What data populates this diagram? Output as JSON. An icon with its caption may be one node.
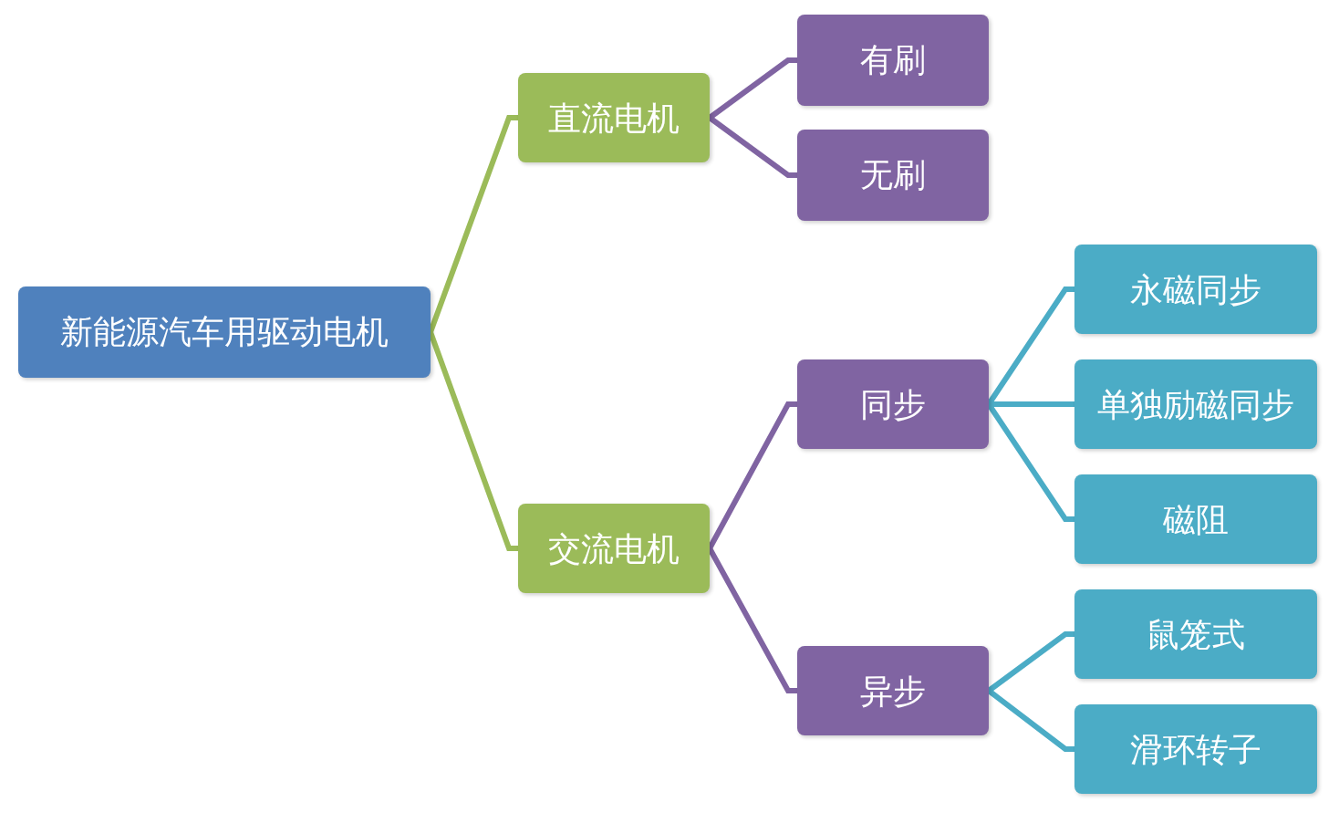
{
  "diagram": {
    "nodes": [
      {
        "text": [
          "新能源汽车用驱动电机"
        ]
      },
      {
        "text": [
          "直流电机"
        ]
      },
      {
        "text": [
          "有刷"
        ]
      },
      {
        "text": [
          "无刷"
        ]
      },
      {
        "text": [
          "交流电机"
        ]
      },
      {
        "text": [
          "同步"
        ]
      },
      {
        "text": [
          "永磁同步"
        ]
      },
      {
        "text": [
          "单独励磁同步"
        ]
      },
      {
        "text": [
          "磁阻"
        ]
      },
      {
        "text": [
          "异步"
        ]
      },
      {
        "text": [
          "鼠笼式"
        ]
      },
      {
        "text": [
          "滑环转子"
        ]
      }
    ],
    "edges": [
      {
        "from": 0,
        "to": 1,
        "arrow": "none",
        "color": "#9bbb59"
      },
      {
        "from": 0,
        "to": 4,
        "arrow": "none",
        "color": "#9bbb59"
      },
      {
        "from": 1,
        "to": 2,
        "arrow": "none",
        "color": "#8064a2"
      },
      {
        "from": 1,
        "to": 3,
        "arrow": "none",
        "color": "#8064a2"
      },
      {
        "from": 4,
        "to": 5,
        "arrow": "none",
        "color": "#8064a2"
      },
      {
        "from": 4,
        "to": 9,
        "arrow": "none",
        "color": "#8064a2"
      },
      {
        "from": 5,
        "to": 6,
        "arrow": "none"
      },
      {
        "from": 5,
        "to": 7,
        "arrow": "none"
      },
      {
        "from": 5,
        "to": 8,
        "arrow": "none"
      },
      {
        "from": 9,
        "to": 10,
        "arrow": "none"
      },
      {
        "from": 9,
        "to": 11,
        "arrow": "none"
      }
    ]
  }
}
